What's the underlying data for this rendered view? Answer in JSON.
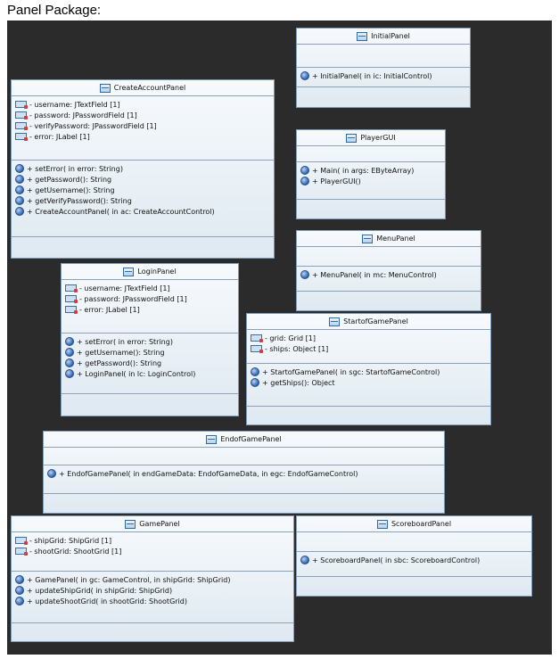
{
  "heading": "Panel Package:",
  "classes": {
    "initial": {
      "name": "InitialPanel",
      "attributes": [],
      "operations": [
        "+ InitialPanel( in ic: InitialControl)"
      ]
    },
    "createAccount": {
      "name": "CreateAccountPanel",
      "attributes": [
        "- username: JTextField [1]",
        "- password: JPasswordField [1]",
        "- verifyPassword: JPasswordField [1]",
        "- error: JLabel [1]"
      ],
      "operations": [
        "+ setError( in error: String)",
        "+ getPassword(): String",
        "+ getUsername(): String",
        "+ getVerifyPassword(): String",
        "+ CreateAccountPanel( in ac: CreateAccountControl)"
      ]
    },
    "playerGui": {
      "name": "PlayerGUI",
      "attributes": [],
      "operations": [
        "+ Main( in args: EByteArray)",
        "+ PlayerGUI()"
      ]
    },
    "menu": {
      "name": "MenuPanel",
      "attributes": [],
      "operations": [
        "+ MenuPanel( in mc: MenuControl)"
      ]
    },
    "login": {
      "name": "LoginPanel",
      "attributes": [
        "- username: JTextField [1]",
        "- password: JPasswordField [1]",
        "- error: JLabel [1]"
      ],
      "operations": [
        "+ setError( in error: String)",
        "+ getUsername(): String",
        "+ getPassword(): String",
        "+ LoginPanel( in lc: LoginControl)"
      ]
    },
    "startOfGame": {
      "name": "StartofGamePanel",
      "attributes": [
        "- grid: Grid [1]",
        "- ships: Object [1]"
      ],
      "operations": [
        "+ StartofGamePanel( in sgc: StartofGameControl)",
        "+ getShips(): Object"
      ]
    },
    "endOfGame": {
      "name": "EndofGamePanel",
      "attributes": [],
      "operations": [
        "+ EndofGamePanel( in endGameData: EndofGameData,   in egc: EndofGameControl)"
      ]
    },
    "game": {
      "name": "GamePanel",
      "attributes": [
        "- shipGrid: ShipGrid [1]",
        "- shootGrid: ShootGrid [1]"
      ],
      "operations": [
        "+ GamePanel( in gc: GameControl,   in shipGrid: ShipGrid)",
        "+ updateShipGrid( in shipGrid: ShipGrid)",
        "+ updateShootGrid( in shootGrid: ShootGrid)"
      ]
    },
    "scoreboard": {
      "name": "ScoreboardPanel",
      "attributes": [],
      "operations": [
        "+ ScoreboardPanel( in sbc: ScoreboardControl)"
      ]
    }
  }
}
